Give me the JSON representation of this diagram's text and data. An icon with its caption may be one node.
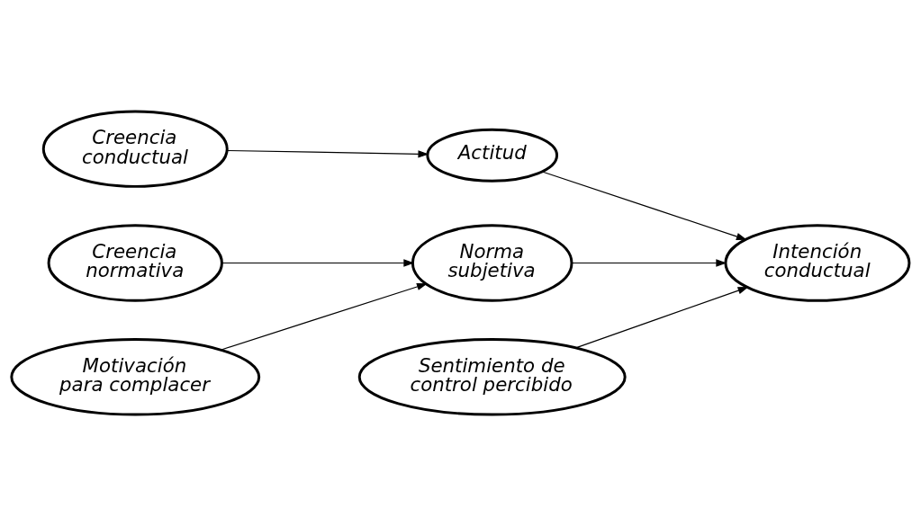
{
  "diagram": {
    "nodes": [
      {
        "text": [
          "Creencia conductual"
        ]
      },
      {
        "text": [
          "Actitud"
        ]
      },
      {
        "text": [
          "Creencia normativa"
        ]
      },
      {
        "text": [
          "Norma subjetiva"
        ]
      },
      {
        "text": [
          "Intención conductual"
        ]
      },
      {
        "text": [
          "Motivación para complacer"
        ]
      },
      {
        "text": [
          "Sentimiento de control percibido"
        ]
      }
    ],
    "edges": [
      {
        "from": 0,
        "to": 1,
        "arrow": "to"
      },
      {
        "from": 1,
        "to": 4,
        "arrow": "to"
      },
      {
        "from": 2,
        "to": 3,
        "arrow": "to"
      },
      {
        "from": 3,
        "to": 4,
        "arrow": "to"
      },
      {
        "from": 5,
        "to": 3,
        "arrow": "to"
      },
      {
        "from": 6,
        "to": 4,
        "arrow": "to"
      }
    ]
  }
}
